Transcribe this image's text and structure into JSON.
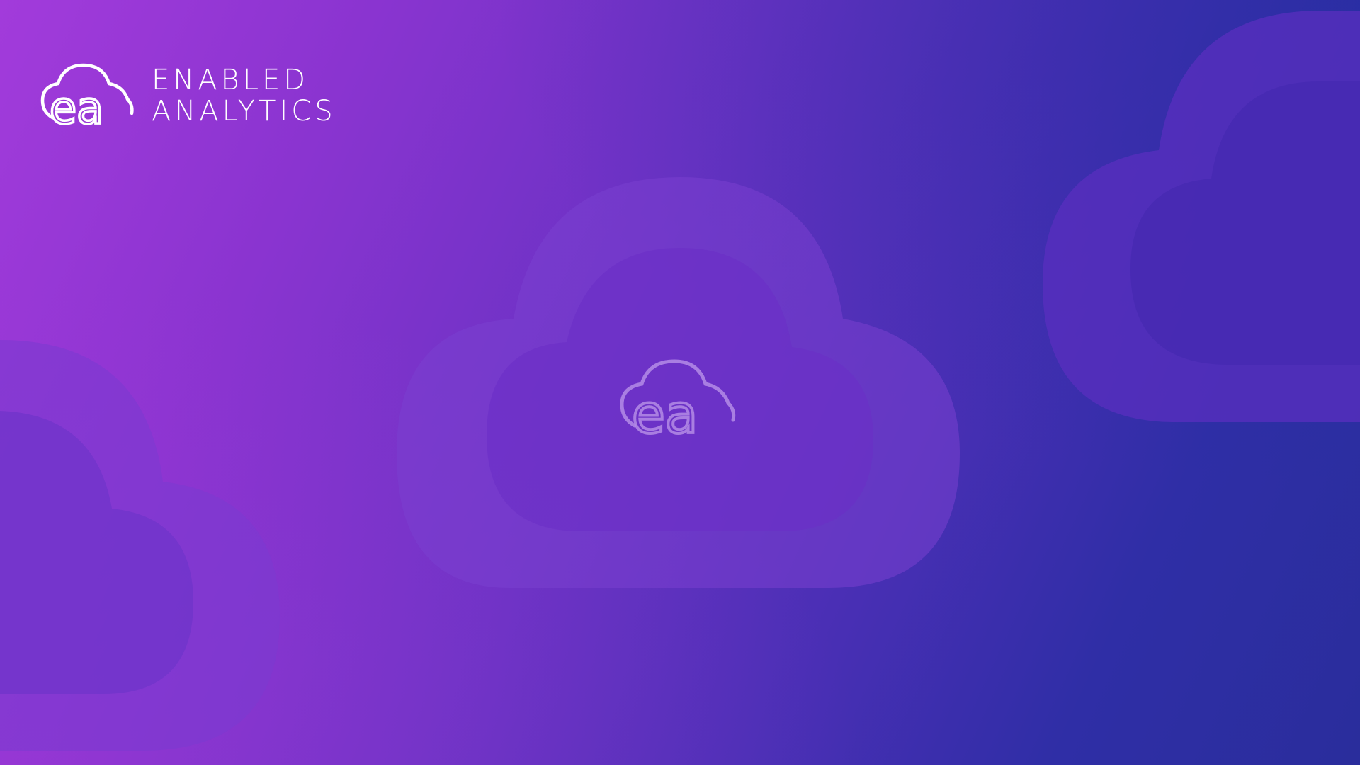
{
  "brand": {
    "monogram": "ea",
    "name_line1": "ENABLED",
    "name_line2": "ANALYTICS"
  },
  "center_logo": {
    "monogram": "ea"
  },
  "colors": {
    "gradient_start": "#a23bdb",
    "gradient_end": "#2a2d9c",
    "logo": "#ffffff",
    "center_logo": "#b48ce6"
  },
  "icons": [
    "cloud-logo-icon",
    "cloud-shape-icon"
  ]
}
